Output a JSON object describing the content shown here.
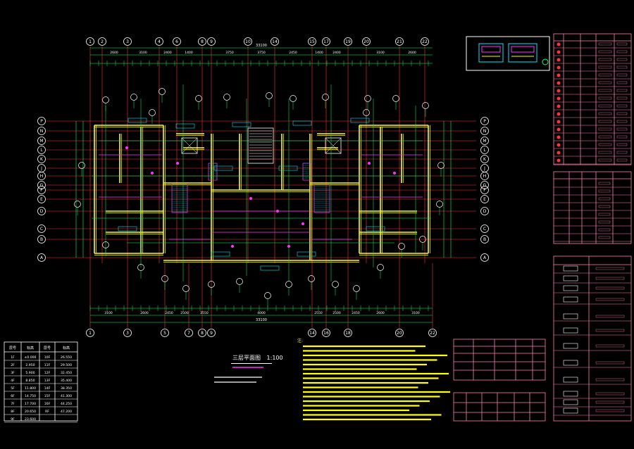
{
  "colors": {
    "background": "#000000",
    "wall": "#ffff00",
    "axis": "#ff3333",
    "dimension": "#00ff66",
    "magenta": "#ff33ff",
    "cyan": "#00e5ff",
    "white": "#ffffff",
    "table": "#ff7fb0"
  },
  "plan": {
    "title": "三层平面图",
    "scale": "1:100",
    "overall_dimension": "33100",
    "axes_top": [
      "1",
      "2",
      "3",
      "4",
      "6",
      "8",
      "9",
      "10",
      "14",
      "15",
      "17",
      "19",
      "20",
      "21",
      "22"
    ],
    "axes_bottom": [
      "1",
      "3",
      "5",
      "7",
      "8",
      "9",
      "14",
      "16",
      "18",
      "20",
      "22"
    ],
    "axes_left": [
      "P",
      "N",
      "M",
      "L",
      "K",
      "J",
      "H",
      "G",
      "F",
      "E",
      "D",
      "C",
      "B",
      "A"
    ],
    "axes_right": [
      "P",
      "N",
      "M",
      "L",
      "K",
      "J",
      "H",
      "G",
      "F",
      "E",
      "D",
      "C",
      "B",
      "A"
    ],
    "dims_top_row": [
      "2600",
      "3100",
      "2400",
      "1400",
      "3750",
      "3750",
      "2450",
      "1400",
      "2400",
      "3100",
      "2600"
    ],
    "dims_bottom_row": [
      "3100",
      "2600",
      "2450",
      "2500",
      "2550",
      "4000",
      "2550",
      "2500",
      "2450",
      "2600",
      "3100"
    ]
  },
  "level_table": {
    "headers": [
      "层号",
      "标高",
      "层号",
      "标高"
    ],
    "rows": [
      [
        "1F",
        "±0.000",
        "10F",
        "26.550"
      ],
      [
        "2F",
        "2.950",
        "11F",
        "29.500"
      ],
      [
        "3F",
        "5.900",
        "12F",
        "32.450"
      ],
      [
        "4F",
        "8.850",
        "13F",
        "35.400"
      ],
      [
        "5F",
        "11.800",
        "14F",
        "38.350"
      ],
      [
        "6F",
        "14.750",
        "15F",
        "41.300"
      ],
      [
        "7F",
        "17.700",
        "16F",
        "44.250"
      ],
      [
        "8F",
        "20.650",
        "RF",
        "47.200"
      ],
      [
        "9F",
        "23.600",
        "",
        ""
      ]
    ]
  },
  "notes_title": "注:"
}
